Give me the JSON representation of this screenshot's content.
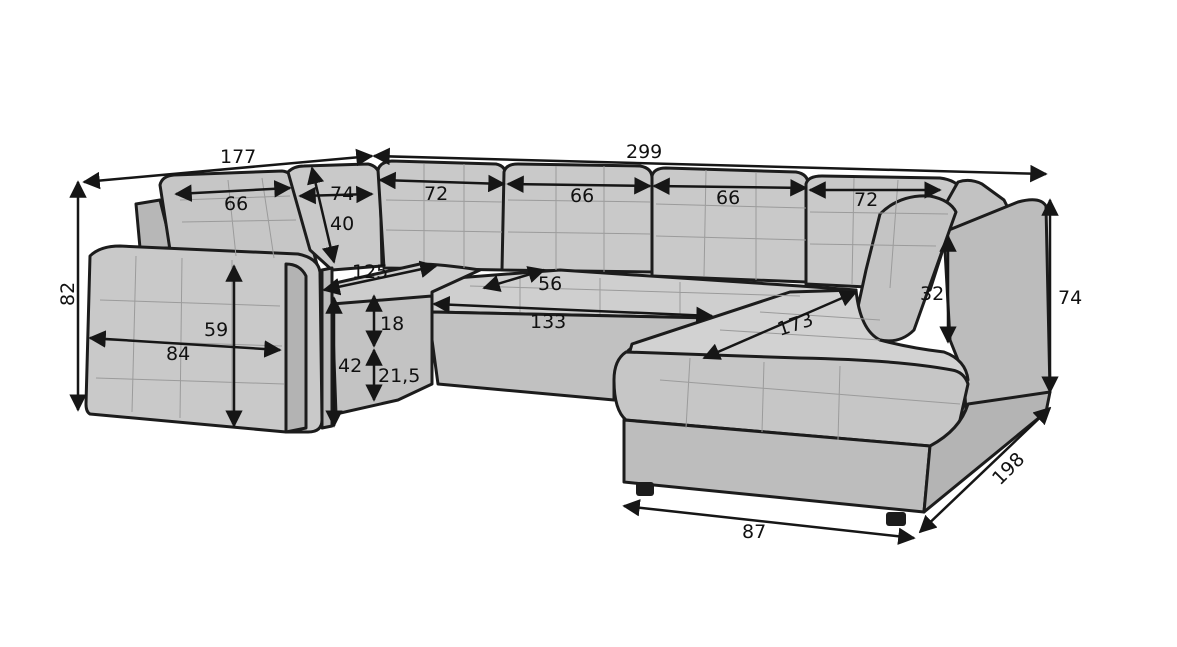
{
  "colors": {
    "fabric": "#c8c8c8",
    "fabric_shadow": "#a9a9a9",
    "fabric_light": "#d9d9d9",
    "outline": "#1c1c1c"
  },
  "dimensions": {
    "total_left_depth": "177",
    "total_width": "299",
    "total_height": "82",
    "right_back_height": "74",
    "chaise_depth": "198",
    "chaise_width": "87",
    "left_back_cushion_width": "66",
    "corner_cushion_width": "74",
    "back_cushion_1": "72",
    "back_cushion_2": "66",
    "back_cushion_3": "66",
    "back_cushion_4": "72",
    "backrest_height": "40",
    "left_seat_depth": "125",
    "middle_seat_depth": "56",
    "middle_seat_width": "133",
    "chaise_seat_length": "173",
    "right_arm_height": "32",
    "armrest_height": "59",
    "armrest_depth": "84",
    "seat_cushion_height": "18",
    "seat_height": "42",
    "base_height": "21,5"
  }
}
